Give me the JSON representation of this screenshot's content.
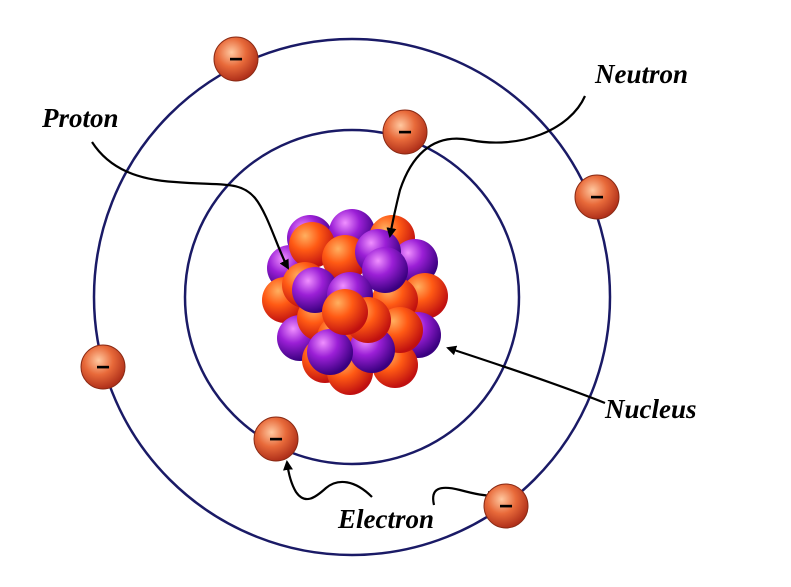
{
  "labels": {
    "proton": "Proton",
    "neutron": "Neutron",
    "nucleus": "Nucleus",
    "electron": "Electron"
  },
  "electron_symbol": "−",
  "colors": {
    "orbit": "#1a1a66",
    "proton": "#9b1fd6",
    "neutron": "#ff5a14",
    "electron": "#e0522e",
    "text": "#000000"
  }
}
